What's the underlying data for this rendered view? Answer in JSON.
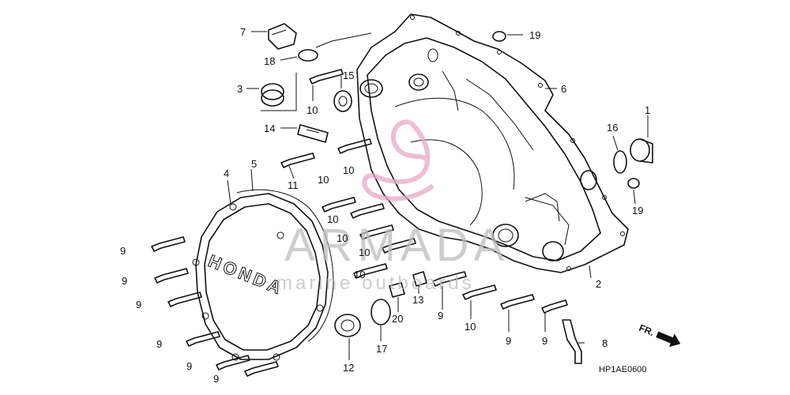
{
  "watermark": {
    "brand": "ARMADA",
    "tagline": "marine outboards"
  },
  "cover_lettering": "HONDA",
  "drawing_code": "HP1AE0600",
  "front_marker": "FR.",
  "callouts": [
    {
      "id": "c7",
      "label": "7"
    },
    {
      "id": "c18",
      "label": "18"
    },
    {
      "id": "c3",
      "label": "3"
    },
    {
      "id": "c15",
      "label": "15"
    },
    {
      "id": "c10a",
      "label": "10"
    },
    {
      "id": "c14",
      "label": "14"
    },
    {
      "id": "c19a",
      "label": "19"
    },
    {
      "id": "c6",
      "label": "6"
    },
    {
      "id": "c1",
      "label": "1"
    },
    {
      "id": "c16",
      "label": "16"
    },
    {
      "id": "c19b",
      "label": "19"
    },
    {
      "id": "c5",
      "label": "5"
    },
    {
      "id": "c4",
      "label": "4"
    },
    {
      "id": "c11",
      "label": "11"
    },
    {
      "id": "c10b",
      "label": "10"
    },
    {
      "id": "c10c",
      "label": "10"
    },
    {
      "id": "c10d",
      "label": "10"
    },
    {
      "id": "c10e",
      "label": "10"
    },
    {
      "id": "c10f",
      "label": "10"
    },
    {
      "id": "c10g",
      "label": "10"
    },
    {
      "id": "c10h",
      "label": "10"
    },
    {
      "id": "c9a",
      "label": "9"
    },
    {
      "id": "c9b",
      "label": "9"
    },
    {
      "id": "c9c",
      "label": "9"
    },
    {
      "id": "c9d",
      "label": "9"
    },
    {
      "id": "c9e",
      "label": "9"
    },
    {
      "id": "c9f",
      "label": "9"
    },
    {
      "id": "c9g",
      "label": "9"
    },
    {
      "id": "c9h",
      "label": "9"
    },
    {
      "id": "c9i",
      "label": "9"
    },
    {
      "id": "c13",
      "label": "13"
    },
    {
      "id": "c20",
      "label": "20"
    },
    {
      "id": "c17",
      "label": "17"
    },
    {
      "id": "c12",
      "label": "12"
    },
    {
      "id": "c2",
      "label": "2"
    },
    {
      "id": "c8",
      "label": "8"
    }
  ]
}
